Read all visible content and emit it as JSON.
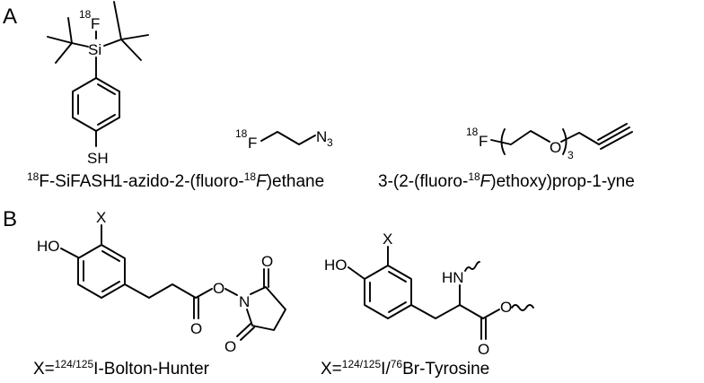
{
  "panels": {
    "A": {
      "label": "A"
    },
    "B": {
      "label": "B"
    }
  },
  "compounds": {
    "sifash": {
      "name_prefix_sup": "18",
      "name_main": "F-SiFASH",
      "atoms": {
        "F_sup": "18",
        "F": "F",
        "Si": "Si",
        "SH": "SH"
      }
    },
    "azidoethane": {
      "name_pre": "1-azido-2-(fluoro-",
      "name_sup": "18",
      "name_italic": "F",
      "name_post": ")ethane",
      "atoms": {
        "F_sup": "18",
        "F": "F",
        "N": "N",
        "N_sub": "3"
      }
    },
    "peg_alkyne": {
      "name_pre": "3-(2-(fluoro-",
      "name_sup": "18",
      "name_italic": "F",
      "name_post": ")ethoxy)prop-1-yne",
      "atoms": {
        "F_sup": "18",
        "F": "F",
        "O": "O",
        "repeat": "3"
      }
    },
    "bolton_hunter": {
      "name_pre": "X=",
      "name_sup": "124/125",
      "name_post": "I-Bolton-Hunter",
      "atoms": {
        "X": "X",
        "HO": "HO",
        "O_ester": "O",
        "N": "N",
        "O_carbonyl": "O",
        "O_top": "O",
        "O_bottom": "O"
      }
    },
    "tyrosine": {
      "name_pre": "X=",
      "name_sup1": "124/125",
      "name_mid": "I/",
      "name_sup2": "76",
      "name_post": "Br-Tyrosine",
      "atoms": {
        "X": "X",
        "HO": "HO",
        "HN": "HN",
        "O_ester": "O",
        "O_carbonyl": "O"
      }
    }
  }
}
